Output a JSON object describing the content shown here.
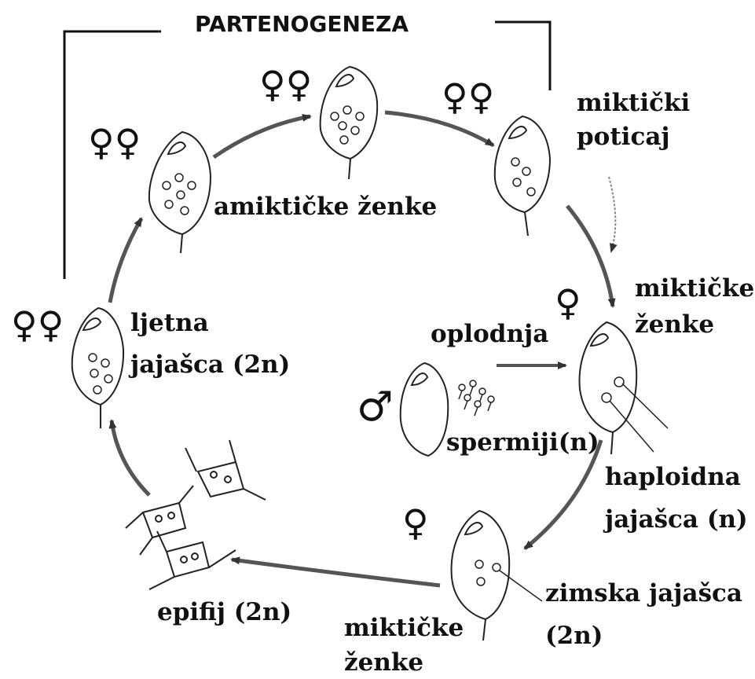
{
  "title": "PARTENOGENEZA",
  "labels": {
    "amictic_females": "amiktičke ženke",
    "mictic_stimulus_1": "miktički",
    "mictic_stimulus_2": "poticaj",
    "mictic_females_right_1": "miktičke",
    "mictic_females_right_2": "ženke",
    "fertilization": "oplodnja",
    "sperm": "spermiji(n)",
    "haploid_eggs_1": "haploidna",
    "haploid_eggs_2": "jajašca (n)",
    "winter_eggs_1": "zimska jajašca",
    "winter_eggs_2": "(2n)",
    "mictic_females_bottom_1": "miktičke",
    "mictic_females_bottom_2": "ženke",
    "ephippium": "epifij (2n)",
    "summer_eggs_1": "ljetna",
    "summer_eggs_2": "jajašca (2n)"
  },
  "symbols": {
    "two_females": "♀♀",
    "one_female": "♀",
    "male": "♂"
  }
}
